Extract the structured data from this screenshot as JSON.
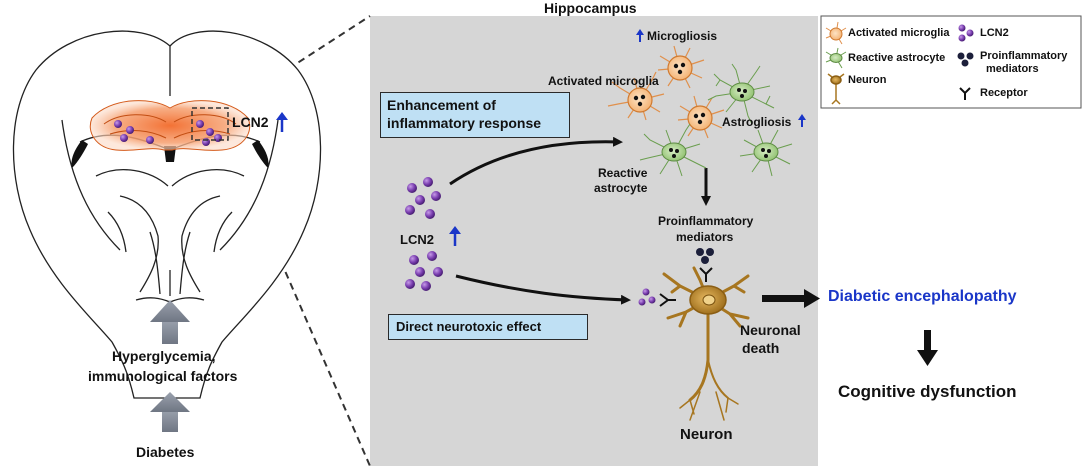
{
  "title": "Hippocampus",
  "brain": {
    "lcn2_label": "LCN2",
    "factors_label_line1": "Hyperglycemia,",
    "factors_label_line2": "immunological factors",
    "diabetes_label": "Diabetes"
  },
  "panel": {
    "microgliosis": "Microgliosis",
    "activated_microglia": "Activated microglia",
    "astrogliosis": "Astrogliosis",
    "reactive_astrocyte_line1": "Reactive",
    "reactive_astrocyte_line2": "astrocyte",
    "enhancement_line1": "Enhancement of",
    "enhancement_line2": "inflammatory response",
    "lcn2": "LCN2",
    "proinflammatory_line1": "Proinflammatory",
    "proinflammatory_line2": "mediators",
    "direct_effect": "Direct neurotoxic effect",
    "neuronal_death_line1": "Neuronal",
    "neuronal_death_line2": "death",
    "neuron": "Neuron"
  },
  "outcomes": {
    "diabetic_encephalopathy": "Diabetic encephalopathy",
    "cognitive_dysfunction": "Cognitive dysfunction"
  },
  "legend": {
    "activated_microglia": "Activated microglia",
    "reactive_astrocyte": "Reactive astrocyte",
    "neuron": "Neuron",
    "lcn2": "LCN2",
    "proinflammatory_line1": "Proinflammatory",
    "proinflammatory_line2": "mediators",
    "receptor": "Receptor"
  },
  "colors": {
    "panel_bg": "#d6d6d6",
    "lcn2_purple": "#7a3fb0",
    "increase_arrow": "#1a36c8",
    "encephalopathy_text": "#1a36c8",
    "highlight_orange": "#f07a3c",
    "box_fill": "#bfe0f4",
    "microglia_fill": "#f6c48a",
    "astrocyte_fill": "#a9cf8c",
    "neuron_fill": "#b8862b"
  }
}
